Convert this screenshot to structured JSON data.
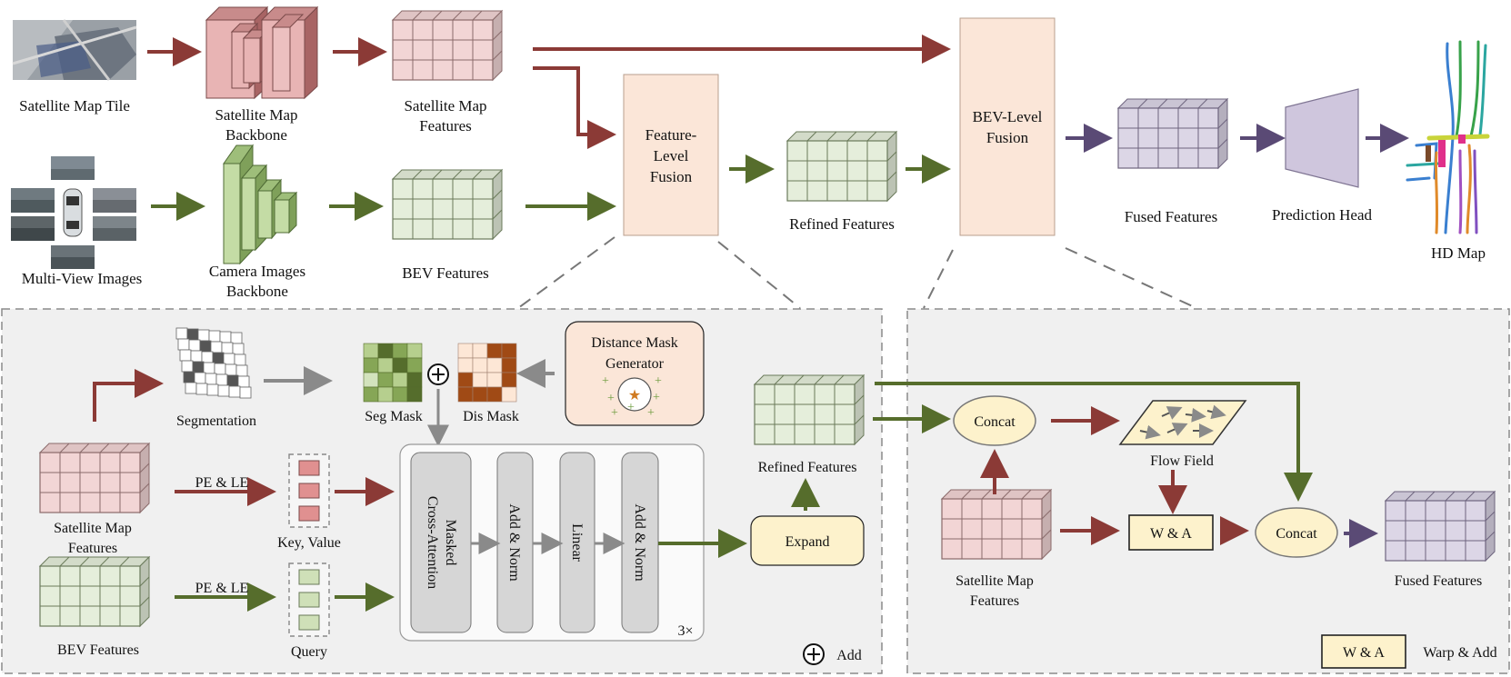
{
  "colors": {
    "red": "#8b3a36",
    "green": "#566d2c",
    "purple": "#5a4a75",
    "gray": "#8a8a8a",
    "fusion_fill": "#fbe6d8",
    "pink": "#f2d5d5",
    "light_green": "#e5eedb",
    "lavender": "#dcd6e6",
    "cream": "#fdf2cc"
  },
  "top": {
    "satellite_tile": "Satellite Map Tile",
    "satellite_backbone": [
      "Satellite Map",
      "Backbone"
    ],
    "satellite_features": [
      "Satellite Map",
      "Features"
    ],
    "multiview_images": "Multi-View Images",
    "camera_backbone": [
      "Camera Images",
      "Backbone"
    ],
    "bev_features": "BEV Features",
    "feature_fusion": [
      "Feature-",
      "Level",
      "Fusion"
    ],
    "refined_features": "Refined Features",
    "bev_fusion": [
      "BEV-Level",
      "Fusion"
    ],
    "fused_features": "Fused Features",
    "prediction_head": "Prediction Head",
    "hd_map": "HD Map"
  },
  "left_panel": {
    "segmentation": "Segmentation",
    "seg_mask": "Seg Mask",
    "dis_mask": "Dis Mask",
    "distance_generator": [
      "Distance Mask",
      "Generator"
    ],
    "satellite_features": [
      "Satellite Map",
      "Features"
    ],
    "pe_le_1": "PE & LE",
    "pe_le_2": "PE & LE",
    "key_value": "Key, Value",
    "bev_features": "BEV Features",
    "query": "Query",
    "masked_attention": [
      "Masked",
      "Cross-Attention"
    ],
    "add_norm_1": "Add & Norm",
    "linear": "Linear",
    "add_norm_2": "Add & Norm",
    "repeat": "3×",
    "refined_features": "Refined Features",
    "expand": "Expand",
    "add_symbol": "⊕",
    "add_legend": "Add"
  },
  "right_panel": {
    "concat_1": "Concat",
    "flow_field": "Flow Field",
    "satellite_features": [
      "Satellite Map",
      "Features"
    ],
    "wa": "W & A",
    "concat_2": "Concat",
    "fused_features": "Fused Features",
    "wa_legend_box": "W & A",
    "wa_legend_text": "Warp & Add"
  }
}
